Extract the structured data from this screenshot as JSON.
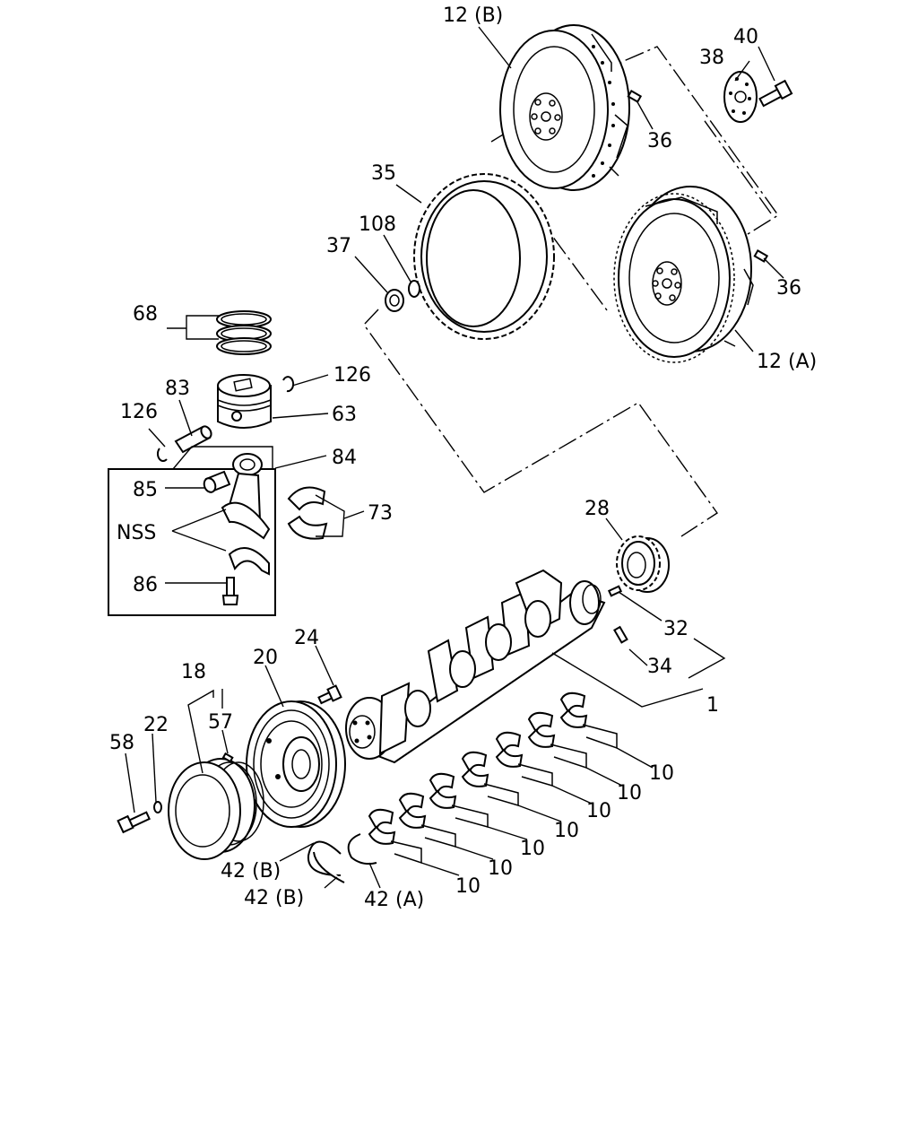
{
  "labels": {
    "p12b": "12 (B)",
    "p40": "40",
    "p38": "38",
    "p36a": "36",
    "p36b": "36",
    "p35": "35",
    "p108": "108",
    "p37": "37",
    "p12a": "12 (A)",
    "p68": "68",
    "p126a": "126",
    "p83": "83",
    "p126b": "126",
    "p63": "63",
    "p84": "84",
    "p85": "85",
    "p73": "73",
    "nss": "NSS",
    "p86": "86",
    "p28": "28",
    "p32": "32",
    "p34": "34",
    "p1": "1",
    "p24": "24",
    "p20": "20",
    "p18": "18",
    "p57": "57",
    "p58": "58",
    "p22": "22",
    "p42b1": "42 (B)",
    "p42b2": "42 (B)",
    "p42a": "42 (A)",
    "b1": "10",
    "b2": "10",
    "b3": "10",
    "b4": "10",
    "b5": "10",
    "b6": "10",
    "b7": "10"
  }
}
